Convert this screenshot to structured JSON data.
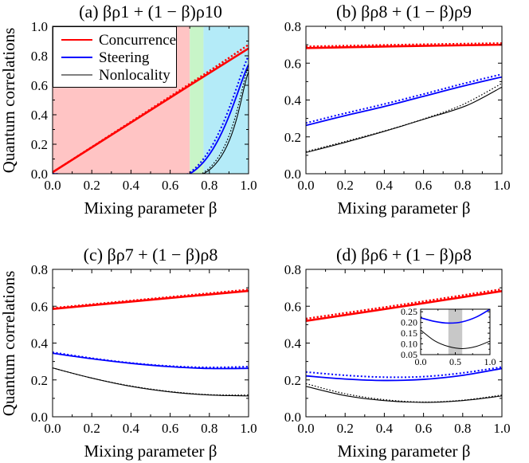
{
  "figure": {
    "ylabel": "Quantum correlations",
    "xlabel": "Mixing parameter β"
  },
  "legend": {
    "items": [
      {
        "label": "Concurrence",
        "color": "#ff0000"
      },
      {
        "label": "Steering",
        "color": "#0000ff"
      },
      {
        "label": "Nonlocality",
        "color": "#000000"
      }
    ]
  },
  "chart_data": [
    {
      "type": "line",
      "panel": "a",
      "title": "(a) βρ1 + (1 − β)ρ10",
      "xlabel": "Mixing parameter β",
      "ylabel": "Quantum correlations",
      "xlim": [
        0,
        1
      ],
      "ylim": [
        0,
        1
      ],
      "xticks": [
        "0.0",
        "0.2",
        "0.4",
        "0.6",
        "0.8",
        "1.0"
      ],
      "yticks": [
        "0.0",
        "0.2",
        "0.4",
        "0.6",
        "0.8",
        "1.0"
      ],
      "shaded_regions": [
        {
          "from": 0.0,
          "to": 0.7,
          "color": "#ffc4c4"
        },
        {
          "from": 0.7,
          "to": 0.77,
          "color": "#c8f5c8"
        },
        {
          "from": 0.77,
          "to": 1.0,
          "color": "#b4ebf8"
        }
      ],
      "legend_position": "upper left",
      "series": [
        {
          "name": "Concurrence",
          "style": "solid",
          "color": "#ff0000",
          "x": [
            0,
            0.7,
            1.0
          ],
          "y": [
            0.01,
            0.6,
            0.85
          ]
        },
        {
          "name": "Concurrence (bound)",
          "style": "dotted",
          "color": "#ff0000",
          "x": [
            0,
            0.7,
            1.0
          ],
          "y": [
            0.01,
            0.61,
            0.875
          ]
        },
        {
          "name": "Steering",
          "style": "solid",
          "color": "#0000ff",
          "x": [
            0,
            0.7,
            1.0
          ],
          "y": [
            0,
            0,
            0.74
          ]
        },
        {
          "name": "Steering (bound)",
          "style": "dotted",
          "color": "#0000ff",
          "x": [
            0,
            0.69,
            1.0
          ],
          "y": [
            0,
            0,
            0.8
          ]
        },
        {
          "name": "Nonlocality",
          "style": "solid",
          "color": "#000000",
          "x": [
            0,
            0.77,
            1.0
          ],
          "y": [
            0,
            0,
            0.69
          ]
        },
        {
          "name": "Nonlocality (bound)",
          "style": "dotted",
          "color": "#000000",
          "x": [
            0,
            0.76,
            1.0
          ],
          "y": [
            0,
            0,
            0.73
          ]
        }
      ]
    },
    {
      "type": "line",
      "panel": "b",
      "title": "(b) βρ8 + (1 − β)ρ9",
      "xlabel": "Mixing parameter β",
      "ylabel": "",
      "xlim": [
        0,
        1
      ],
      "ylim": [
        0,
        0.8
      ],
      "xticks": [
        "0.0",
        "0.2",
        "0.4",
        "0.6",
        "0.8",
        "1.0"
      ],
      "yticks": [
        "0.0",
        "0.2",
        "0.4",
        "0.6",
        "0.8"
      ],
      "series": [
        {
          "name": "Concurrence",
          "style": "solid",
          "color": "#ff0000",
          "x": [
            0,
            0.5,
            1.0
          ],
          "y": [
            0.682,
            0.692,
            0.7
          ]
        },
        {
          "name": "Concurrence (bound)",
          "style": "dotted",
          "color": "#ff0000",
          "x": [
            0,
            0.5,
            1.0
          ],
          "y": [
            0.69,
            0.7,
            0.708
          ]
        },
        {
          "name": "Steering",
          "style": "solid",
          "color": "#0000ff",
          "x": [
            0,
            0.2,
            0.4,
            0.6,
            0.8,
            1.0
          ],
          "y": [
            0.262,
            0.315,
            0.365,
            0.42,
            0.475,
            0.525
          ]
        },
        {
          "name": "Steering (bound)",
          "style": "dotted",
          "color": "#0000ff",
          "x": [
            0,
            0.2,
            0.4,
            0.6,
            0.8,
            1.0
          ],
          "y": [
            0.275,
            0.328,
            0.378,
            0.432,
            0.488,
            0.54
          ]
        },
        {
          "name": "Nonlocality",
          "style": "solid",
          "color": "#000000",
          "x": [
            0,
            0.2,
            0.4,
            0.6,
            0.82,
            1.0
          ],
          "y": [
            0.115,
            0.17,
            0.23,
            0.295,
            0.37,
            0.47
          ]
        },
        {
          "name": "Nonlocality (bound)",
          "style": "dotted",
          "color": "#000000",
          "x": [
            0,
            0.2,
            0.4,
            0.6,
            0.8,
            1.0
          ],
          "y": [
            0.12,
            0.175,
            0.232,
            0.297,
            0.375,
            0.49
          ]
        }
      ]
    },
    {
      "type": "line",
      "panel": "c",
      "title": "(c) βρ7 + (1 − β)ρ8",
      "xlabel": "Mixing parameter β",
      "ylabel": "Quantum correlations",
      "xlim": [
        0,
        1
      ],
      "ylim": [
        0,
        0.8
      ],
      "xticks": [
        "0.0",
        "0.2",
        "0.4",
        "0.6",
        "0.8",
        "1.0"
      ],
      "yticks": [
        "0.0",
        "0.2",
        "0.4",
        "0.6",
        "0.8"
      ],
      "series": [
        {
          "name": "Concurrence",
          "style": "solid",
          "color": "#ff0000",
          "x": [
            0,
            0.5,
            1.0
          ],
          "y": [
            0.585,
            0.635,
            0.683
          ]
        },
        {
          "name": "Concurrence (bound)",
          "style": "dotted",
          "color": "#ff0000",
          "x": [
            0,
            0.5,
            1.0
          ],
          "y": [
            0.59,
            0.64,
            0.69
          ]
        },
        {
          "name": "Steering",
          "style": "solid",
          "color": "#0000ff",
          "x": [
            0,
            0.2,
            0.4,
            0.6,
            0.8,
            1.0
          ],
          "y": [
            0.345,
            0.315,
            0.29,
            0.272,
            0.262,
            0.263
          ]
        },
        {
          "name": "Steering (bound)",
          "style": "dotted",
          "color": "#0000ff",
          "x": [
            0,
            0.2,
            0.4,
            0.6,
            0.8,
            1.0
          ],
          "y": [
            0.35,
            0.318,
            0.292,
            0.275,
            0.268,
            0.272
          ]
        },
        {
          "name": "Nonlocality",
          "style": "solid",
          "color": "#000000",
          "x": [
            0,
            0.2,
            0.4,
            0.6,
            0.8,
            1.0
          ],
          "y": [
            0.265,
            0.21,
            0.165,
            0.135,
            0.118,
            0.113
          ]
        },
        {
          "name": "Nonlocality (bound)",
          "style": "dotted",
          "color": "#000000",
          "x": [
            0,
            0.2,
            0.4,
            0.6,
            0.8,
            1.0
          ],
          "y": [
            0.265,
            0.21,
            0.167,
            0.137,
            0.12,
            0.118
          ]
        }
      ]
    },
    {
      "type": "line",
      "panel": "d",
      "title": "(d) βρ6 + (1 − β)ρ8",
      "xlabel": "Mixing parameter β",
      "ylabel": "",
      "xlim": [
        0,
        1
      ],
      "ylim": [
        0,
        0.8
      ],
      "xticks": [
        "0.0",
        "0.2",
        "0.4",
        "0.6",
        "0.8",
        "1.0"
      ],
      "yticks": [
        "0.0",
        "0.2",
        "0.4",
        "0.6",
        "0.8"
      ],
      "series": [
        {
          "name": "Concurrence",
          "style": "solid",
          "color": "#ff0000",
          "x": [
            0,
            0.5,
            1.0
          ],
          "y": [
            0.52,
            0.6,
            0.682
          ]
        },
        {
          "name": "Concurrence (bound)",
          "style": "dotted",
          "color": "#ff0000",
          "x": [
            0,
            0.5,
            1.0
          ],
          "y": [
            0.532,
            0.61,
            0.692
          ]
        },
        {
          "name": "Steering",
          "style": "solid",
          "color": "#0000ff",
          "x": [
            0,
            0.2,
            0.4,
            0.6,
            0.8,
            1.0
          ],
          "y": [
            0.222,
            0.205,
            0.197,
            0.203,
            0.225,
            0.262
          ]
        },
        {
          "name": "Steering (bound)",
          "style": "dotted",
          "color": "#0000ff",
          "x": [
            0,
            0.2,
            0.4,
            0.6,
            0.8,
            1.0
          ],
          "y": [
            0.243,
            0.225,
            0.215,
            0.218,
            0.238,
            0.27
          ]
        },
        {
          "name": "Nonlocality",
          "style": "solid",
          "color": "#000000",
          "x": [
            0,
            0.2,
            0.4,
            0.6,
            0.8,
            1.0
          ],
          "y": [
            0.165,
            0.115,
            0.088,
            0.078,
            0.088,
            0.113
          ]
        },
        {
          "name": "Nonlocality (bound)",
          "style": "dotted",
          "color": "#000000",
          "x": [
            0,
            0.2,
            0.4,
            0.6,
            0.8,
            1.0
          ],
          "y": [
            0.18,
            0.125,
            0.093,
            0.08,
            0.09,
            0.118
          ]
        }
      ],
      "inset": {
        "xlim": [
          0,
          1
        ],
        "ylim": [
          0.05,
          0.262
        ],
        "xticks": [
          "0.0",
          "0.5",
          "1.0"
        ],
        "yticks": [
          "0.05",
          "0.10",
          "0.15",
          "0.20",
          "0.25"
        ],
        "shaded_region": {
          "from": 0.4,
          "to": 0.6,
          "color": "#c8c8c8"
        },
        "series": [
          {
            "name": "Steering",
            "style": "solid",
            "color": "#0000ff",
            "x": [
              0,
              0.2,
              0.4,
              0.6,
              0.8,
              1.0
            ],
            "y": [
              0.222,
              0.205,
              0.197,
              0.203,
              0.225,
              0.262
            ]
          },
          {
            "name": "Nonlocality",
            "style": "solid",
            "color": "#000000",
            "x": [
              0,
              0.2,
              0.4,
              0.6,
              0.8,
              1.0
            ],
            "y": [
              0.165,
              0.115,
              0.088,
              0.078,
              0.088,
              0.113
            ]
          }
        ]
      }
    }
  ]
}
